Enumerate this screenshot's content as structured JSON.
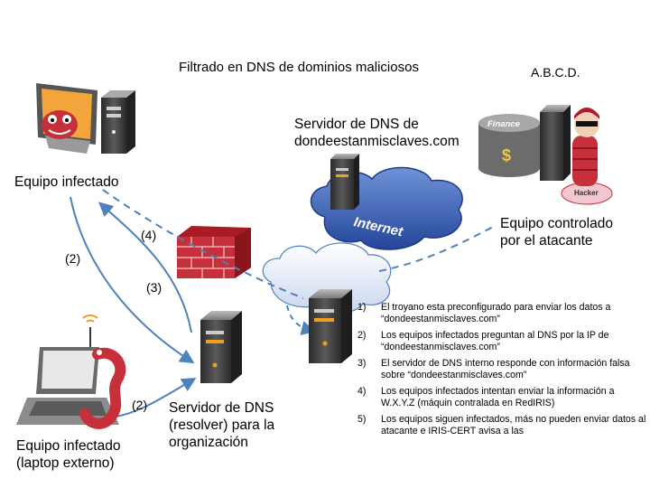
{
  "title": "Filtrado en DNS de dominios maliciosos",
  "nodes": {
    "infected_pc": "Equipo infectado",
    "dns_external": [
      "Servidor de DNS de",
      "dondeestanmisclaves.com"
    ],
    "attacker_ip": "A.B.C.D.",
    "attacker": [
      "Equipo controlado",
      "por el atacante"
    ],
    "internet": "Internet",
    "resolver": [
      "Servidor de DNS",
      "(resolver) para la",
      "organización"
    ],
    "laptop": [
      "Equipo infectado",
      "(laptop externo)"
    ],
    "finance_label": "Finance",
    "dollar": "$",
    "hacker_label": "Hacker"
  },
  "step_labels": {
    "s2_left": "(2)",
    "s3": "(3)",
    "s4": "(4)",
    "s2_bottom": "(2)"
  },
  "steps": [
    {
      "num": "1)",
      "text": "El troyano esta preconfigurado para enviar los datos a “dondeestanmisclaves.com”"
    },
    {
      "num": "2)",
      "text": "Los equipos infectados preguntan al DNS por la IP de “dondeestanmisclaves.com”"
    },
    {
      "num": "3)",
      "text": "El servidor de DNS interno responde con información falsa sobre “dondeestanmisclaves.com”"
    },
    {
      "num": "4)",
      "text": "Los equipos infectados intentan enviar  la información a W.X.Y.Z (máquin contralada en RedIRIS)"
    },
    {
      "num": "5)",
      "text": "Los equipos siguen infectados, más no pueden enviar datos al atacante e IRIS-CERT avisa a las"
    }
  ],
  "colors": {
    "arrow": "#4f81bd",
    "cloud": "#3a5fb0",
    "firewall": "#c0242f",
    "server": "#3b3b3b",
    "server_light": "#8a8a8a",
    "led": "#f0a020"
  }
}
